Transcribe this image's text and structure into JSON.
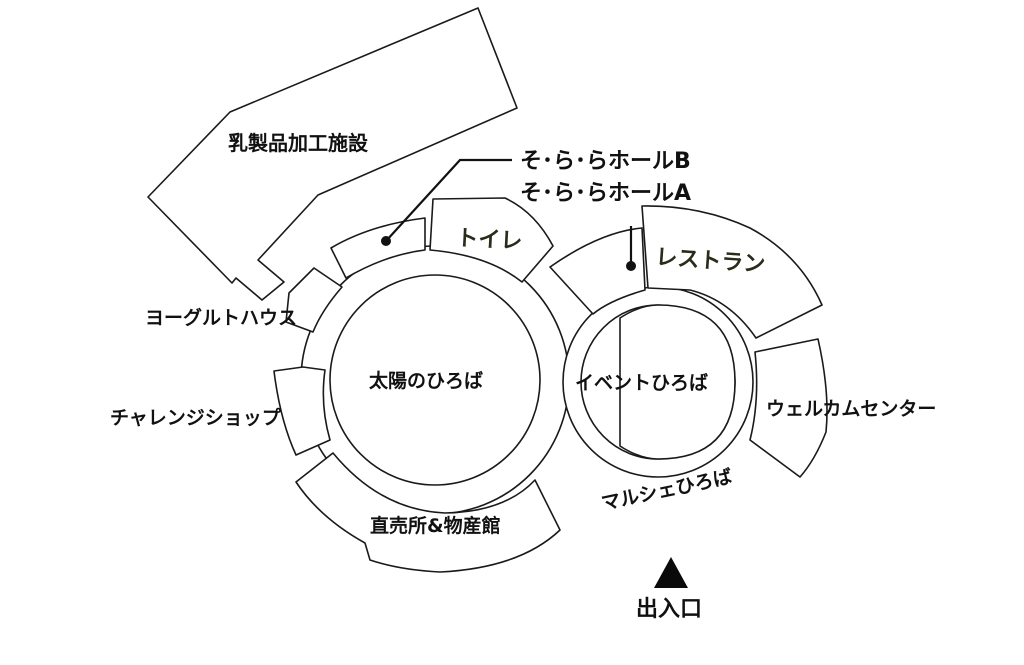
{
  "map": {
    "colors": {
      "stroke": "#1a1a1a",
      "fill": "#ffffff",
      "text": "#111111"
    },
    "labels": {
      "dairy_processing": "乳製品加工施設",
      "sora_hall_b": "そ･ら･らホールB",
      "sora_hall_a": "そ･ら･らホールA",
      "toilet": "トイレ",
      "restaurant": "レストラン",
      "yogurt_house": "ヨーグルトハウス",
      "sun_plaza": "太陽のひろば",
      "event_plaza": "イベントひろば",
      "welcome_center": "ウェルカムセンター",
      "challenge_shop": "チャレンジショップ",
      "marche_plaza": "マルシェひろば",
      "direct_sales": "直売所&物産館",
      "entrance": "出入口"
    },
    "icons": {
      "entrance_marker": "triangle-up-icon",
      "hall_pin": "dot-pin-icon"
    }
  }
}
